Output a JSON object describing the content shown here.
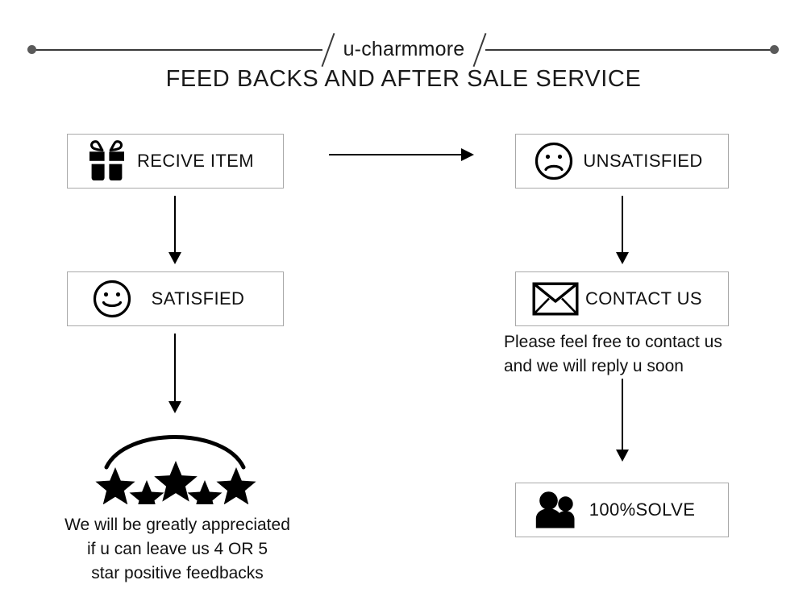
{
  "header": {
    "brand": "u-charmmore",
    "title": "FEED BACKS AND AFTER SALE SERVICE",
    "rule_dot_color": "#5a5a5a",
    "rule_color": "#3a3a3a"
  },
  "flow": {
    "boxes": [
      {
        "id": "recive",
        "label": "RECIVE ITEM",
        "icon": "gift-icon"
      },
      {
        "id": "satisfied",
        "label": "SATISFIED",
        "icon": "smiley-happy-icon"
      },
      {
        "id": "unsat",
        "label": "UNSATISFIED",
        "icon": "smiley-sad-icon"
      },
      {
        "id": "contact",
        "label": "CONTACT US",
        "icon": "envelope-icon"
      },
      {
        "id": "solve",
        "label": "100%SOLVE",
        "icon": "two-people-icon"
      }
    ]
  },
  "captions": {
    "contact": "Please feel free to contact us\nand we will reply u soon",
    "stars": "We will be greatly appreciated\nif u can leave us 4 OR 5\nstar positive feedbacks"
  },
  "stars": {
    "count": 5,
    "color": "#000000"
  },
  "colors": {
    "ink": "#111111",
    "box_border": "#a9a9a9",
    "arrow": "#000000",
    "background": "#ffffff"
  }
}
